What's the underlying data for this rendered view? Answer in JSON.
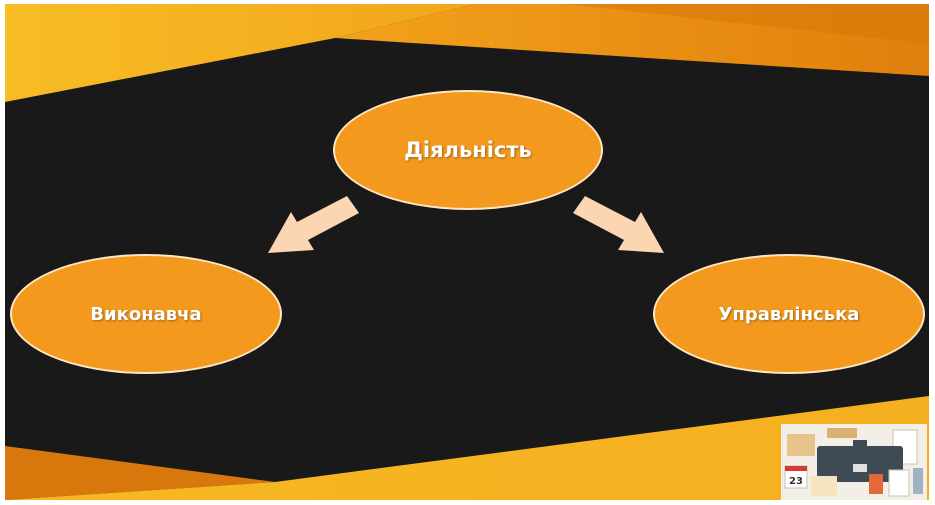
{
  "slide": {
    "top_node": "Діяльність",
    "left_node": "Виконавча",
    "right_node": "Управлінська",
    "calendar_day": "23"
  },
  "colors": {
    "background": "#191919",
    "node_fill": "#f39a1e",
    "node_border": "#fde6c4",
    "arrow": "#fcd5b2",
    "accent_gold": "#f5b21f",
    "accent_orange": "#e07f0c"
  },
  "icons": [
    "office-supplies-clipart-icon"
  ]
}
